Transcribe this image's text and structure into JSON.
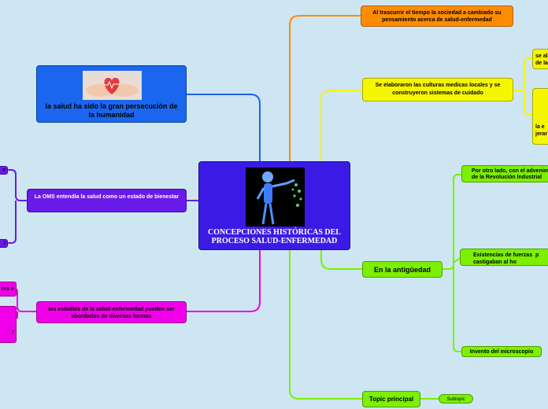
{
  "central": {
    "title": "CONCEPCIONES HISTÓRICAS DEL PROCESO SALUD-ENFERMEDAD",
    "image": "skeleton-body-illustration"
  },
  "left_branches": {
    "health_pursuit": {
      "label": "la salud ha sido la gran persecución de la humanidad",
      "image": "hands-holding-heart-photo"
    },
    "oms": {
      "label": "La OMS entendía la salud como un estado de bienestar"
    },
    "studies": {
      "label": "los estudios de la salud-enfermedad pueden ser abordados de diversas formas"
    },
    "cut_offs": {
      "oms_top": "e",
      "oms_bottom": "i",
      "studies_top": "res e",
      "studies_bottom": "r"
    }
  },
  "right_branches": {
    "society": {
      "label": "Al trascurrir el tiempo la sociedad a cambiado su pensamiento acerca de salud-enfermedad"
    },
    "cultures": {
      "label": "Se elaboraron las culturas medicas locales y se construyeron sistemas de cuidado"
    },
    "cultures_sub": {
      "first": "se al\nde la",
      "second": "la e\njerar"
    },
    "antiquity": {
      "label": "En la antigüedad"
    },
    "antiquity_sub": {
      "revolution": "Por otro lado, con el advenim\nde la Revolución Industrial",
      "forces": "Existencias de fuerzas  p\ncastigaban al ho",
      "microscope": "Invento del microscopio"
    },
    "topic": {
      "label": "Topic principal",
      "subtopic": "Subtopic"
    }
  },
  "colors": {
    "background": "#cde6f2",
    "central": "#3b1ae6",
    "orange": "#ff8c00",
    "yellow": "#f6f600",
    "green": "#7cf000",
    "purple": "#6a1ae8",
    "magenta": "#f000e8",
    "blue": "#1a66ee"
  }
}
